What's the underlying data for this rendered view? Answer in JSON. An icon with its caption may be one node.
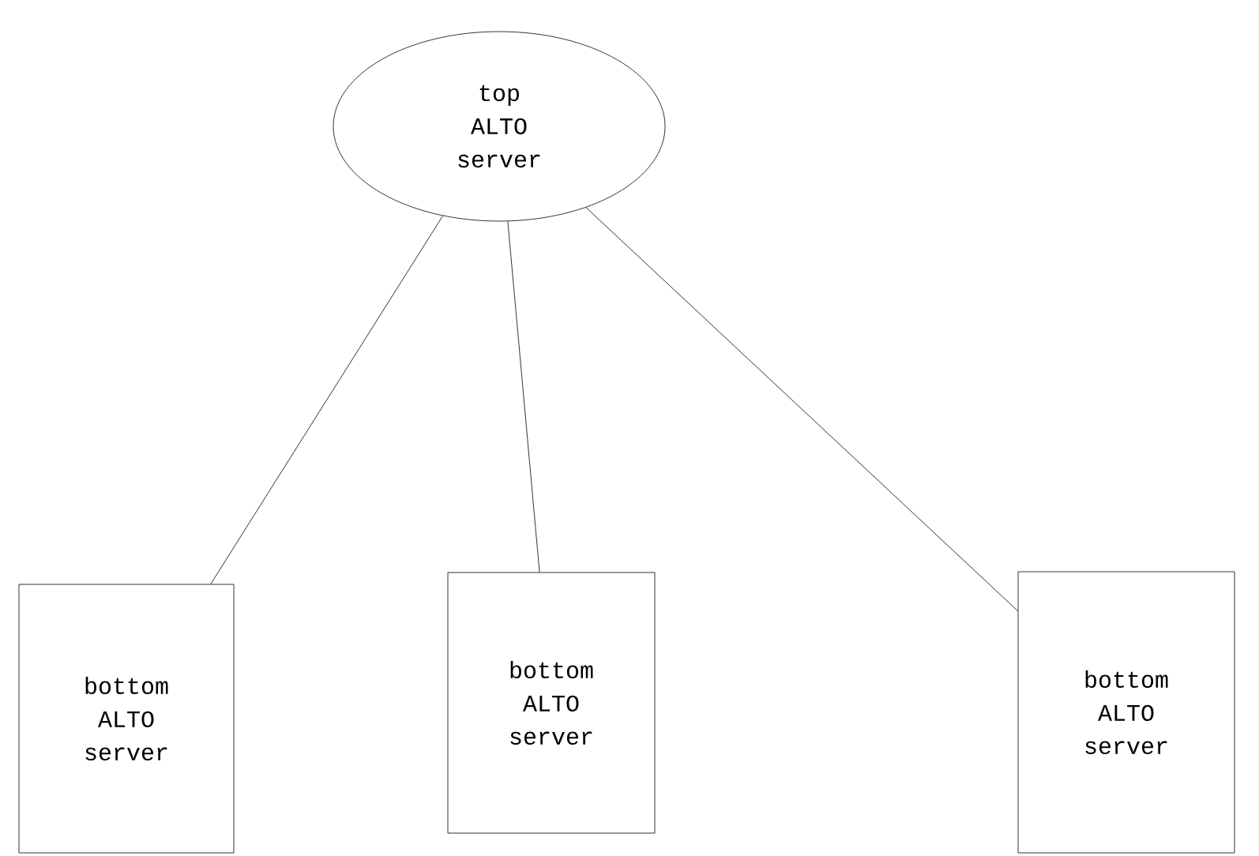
{
  "diagram": {
    "nodes": [
      {
        "text": [
          "top ALTO server"
        ]
      },
      {
        "text": [
          "bottom ALTO server"
        ]
      },
      {
        "text": [
          "bottom ALTO server"
        ]
      },
      {
        "text": [
          "bottom ALTO server"
        ]
      }
    ],
    "edges": [
      {
        "from": 0,
        "to": 1,
        "arrow": "none"
      },
      {
        "from": 0,
        "to": 2,
        "arrow": "none"
      },
      {
        "from": 0,
        "to": 3,
        "arrow": "none"
      }
    ]
  }
}
